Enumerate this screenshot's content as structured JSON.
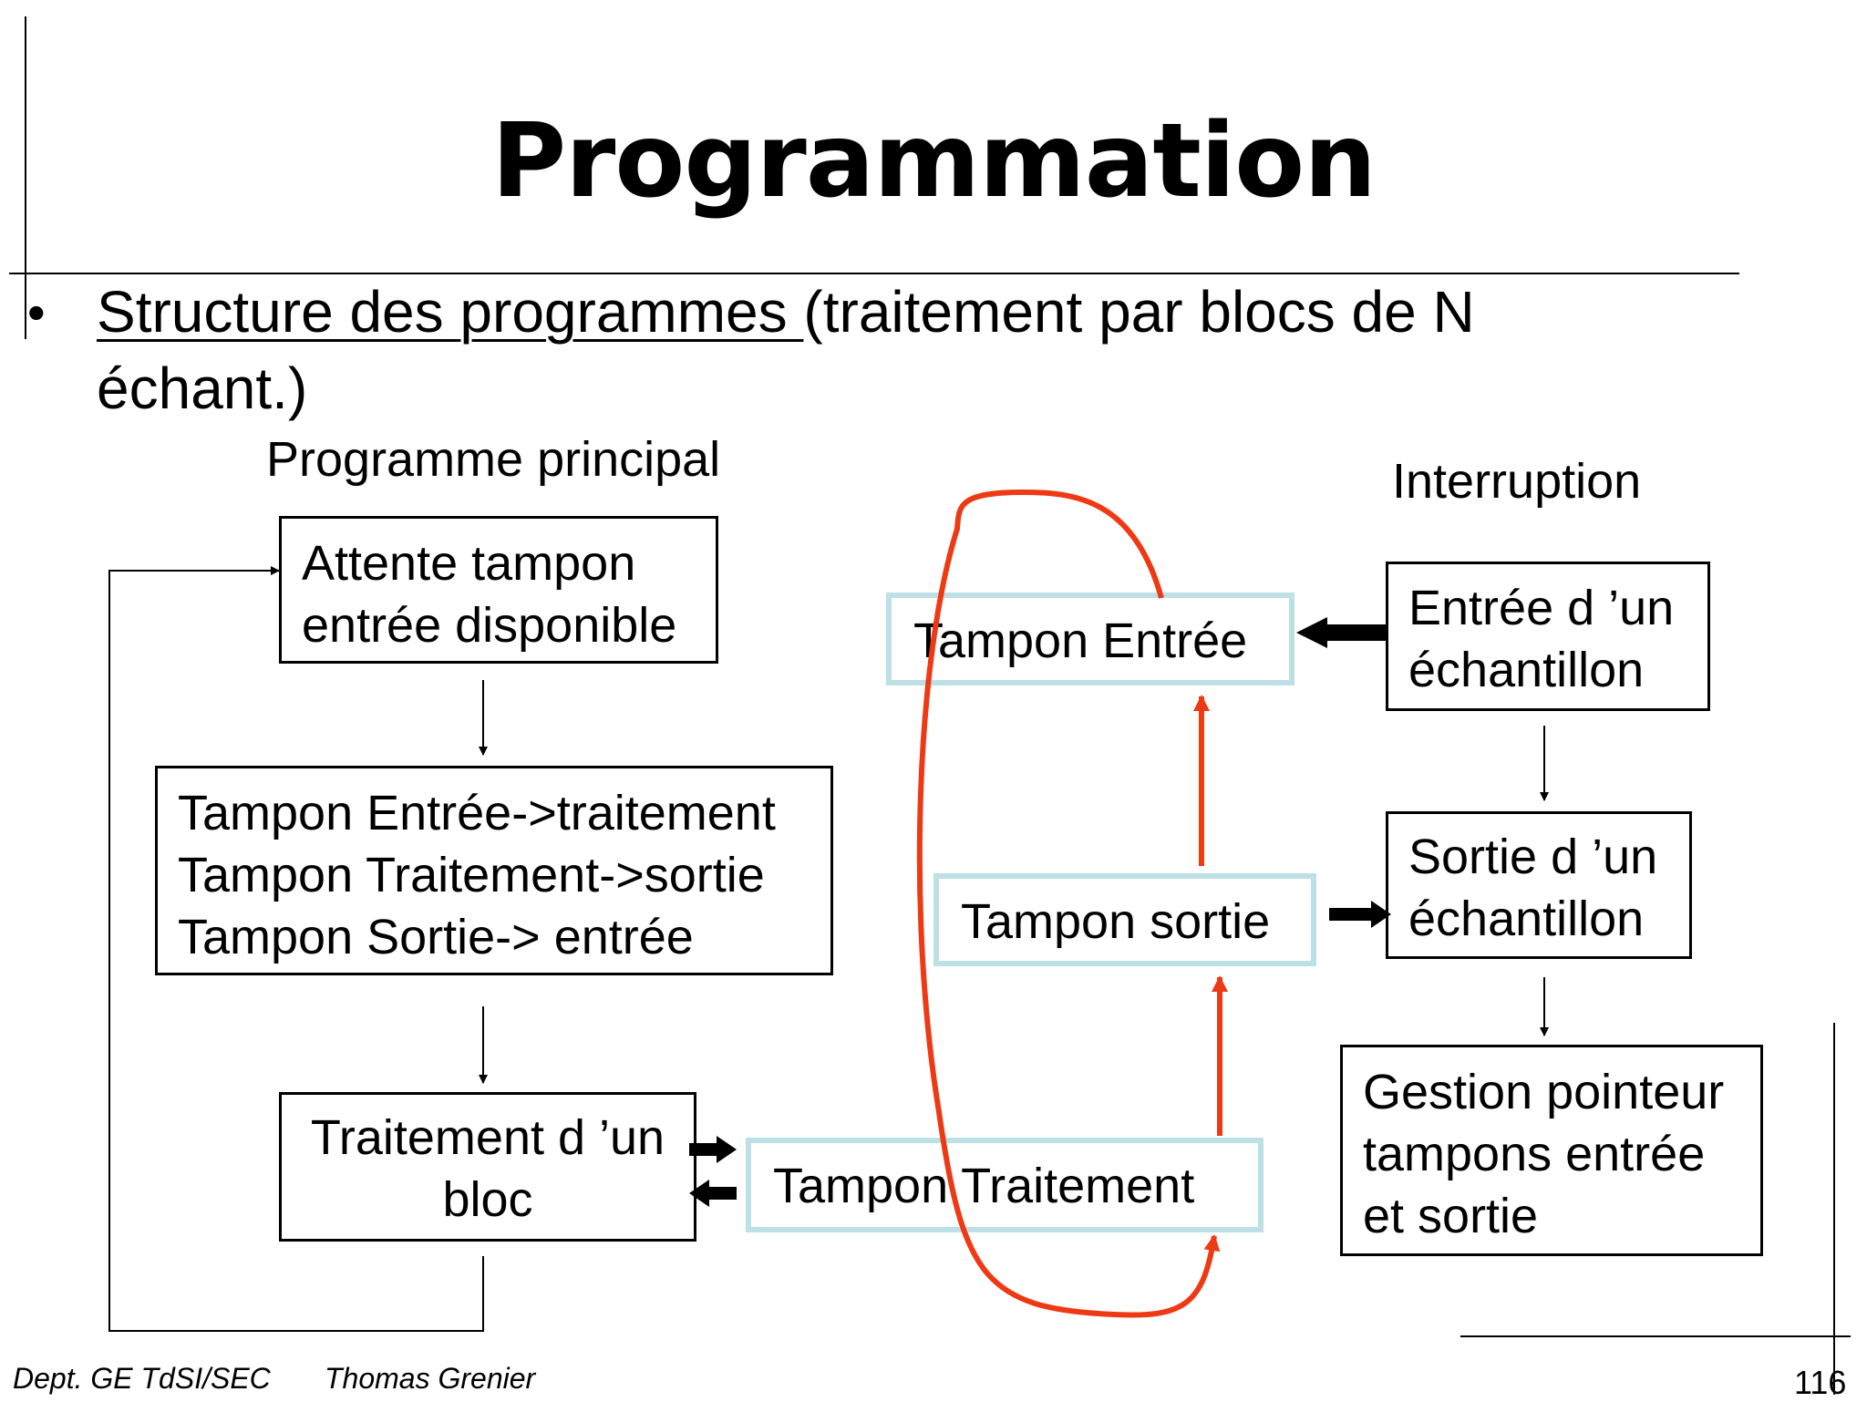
{
  "title": "Programmation",
  "bullet": {
    "marker": "•",
    "underlined": "Structure des programmes ",
    "rest": "(traitement par blocs de N échant.)"
  },
  "columns": {
    "main": "Programme principal",
    "interrupt": "Interruption"
  },
  "main_boxes": {
    "wait": [
      "Attente tampon",
      "entrée disponible"
    ],
    "swap": [
      "Tampon Entrée->traitement",
      "Tampon Traitement->sortie",
      "Tampon Sortie-> entrée"
    ],
    "process": [
      "Traitement d ’un",
      "bloc"
    ]
  },
  "buffers": {
    "input": "Tampon Entrée",
    "output": "Tampon sortie",
    "processing": "Tampon  Traitement"
  },
  "interrupt_boxes": {
    "sample_in": [
      "Entrée d ’un",
      "échantillon"
    ],
    "sample_out": [
      "Sortie d ’un",
      " échantillon"
    ],
    "pointers": [
      "Gestion pointeur",
      "tampons entrée",
      "et sortie"
    ]
  },
  "footer": {
    "department": "Dept. GE TdSI/SEC",
    "author": "Thomas Grenier",
    "page": "116"
  },
  "colors": {
    "buffer_border": "#bddfe6",
    "cycle_arrow": "#ee3a14"
  }
}
